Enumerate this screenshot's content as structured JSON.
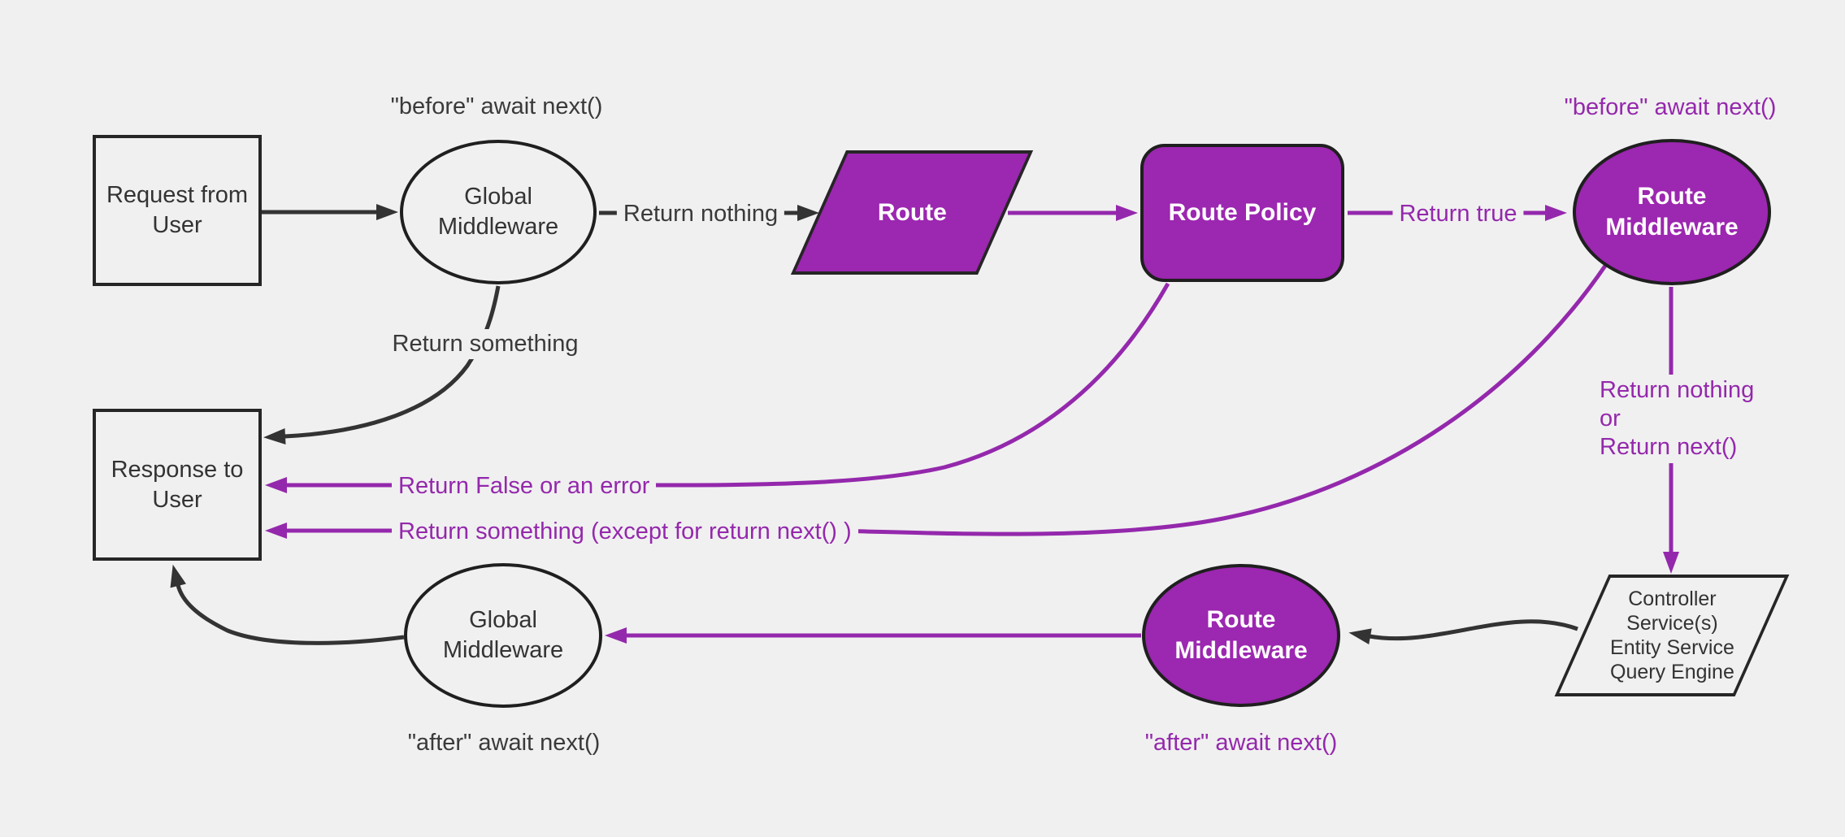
{
  "colors": {
    "background": "#F0F0F0",
    "purple_fill": "#9C27B0",
    "purple_line": "#9428AC",
    "dark_line": "#333333"
  },
  "nodes": {
    "request": {
      "lines": [
        "Request from",
        "User"
      ]
    },
    "global_middleware_top": {
      "lines": [
        "Global",
        "Middleware"
      ]
    },
    "route": {
      "label": "Route"
    },
    "route_policy": {
      "label": "Route Policy"
    },
    "route_middleware_top": {
      "lines": [
        "Route",
        "Middleware"
      ]
    },
    "controller": {
      "lines": [
        "Controller",
        "Service(s)",
        "Entity Service",
        "Query Engine"
      ]
    },
    "route_middleware_bottom": {
      "lines": [
        "Route",
        "Middleware"
      ]
    },
    "global_middleware_bottom": {
      "lines": [
        "Global",
        "Middleware"
      ]
    },
    "response": {
      "lines": [
        "Response to",
        "User"
      ]
    }
  },
  "labels": {
    "before_global": "\"before\" await next()",
    "return_nothing": "Return nothing",
    "return_something": "Return something",
    "return_true": "Return true",
    "before_route": "\"before\" await next()",
    "return_nothing_or": [
      "Return nothing",
      "or",
      "Return next()"
    ],
    "return_false": "Return False or an error",
    "return_something_except": "Return something (except for return next() )",
    "after_route": "\"after\" await next()",
    "after_global": "\"after\" await next()"
  }
}
